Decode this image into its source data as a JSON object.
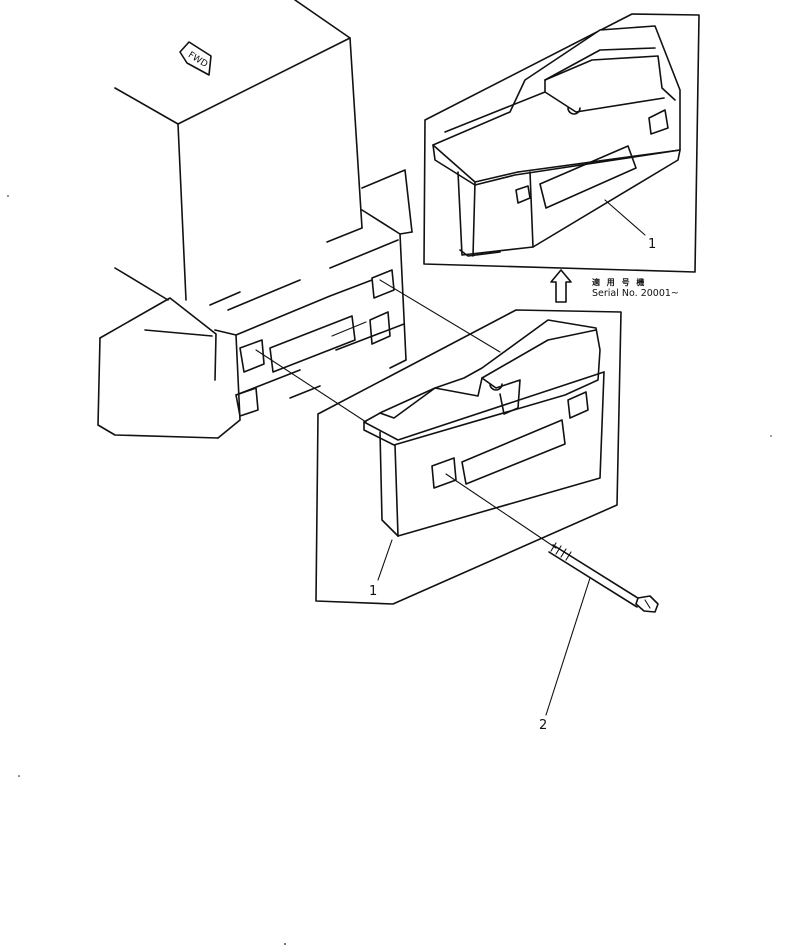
{
  "diagram": {
    "fwd_label": "FWD",
    "callouts": {
      "part1_upper": "1",
      "part1_lower": "1",
      "part2": "2"
    },
    "serial_note": {
      "line1": "適 用 号 機",
      "line2": "Serial No. 20001~"
    }
  }
}
